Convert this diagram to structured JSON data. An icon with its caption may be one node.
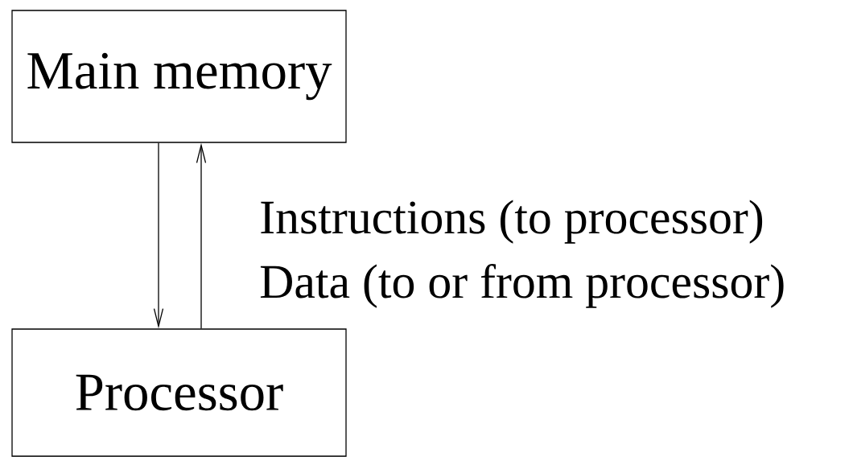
{
  "diagram": {
    "nodes": [
      {
        "text": [
          "Main memory"
        ]
      },
      {
        "text": [
          "Processor"
        ]
      }
    ],
    "edges": [
      {
        "from": 0,
        "to": 1,
        "arrow": "to"
      },
      {
        "from": 1,
        "to": 0,
        "arrow": "to"
      }
    ],
    "labels": [
      "Instructions (to processor)",
      "Data (to or from processor)"
    ]
  }
}
